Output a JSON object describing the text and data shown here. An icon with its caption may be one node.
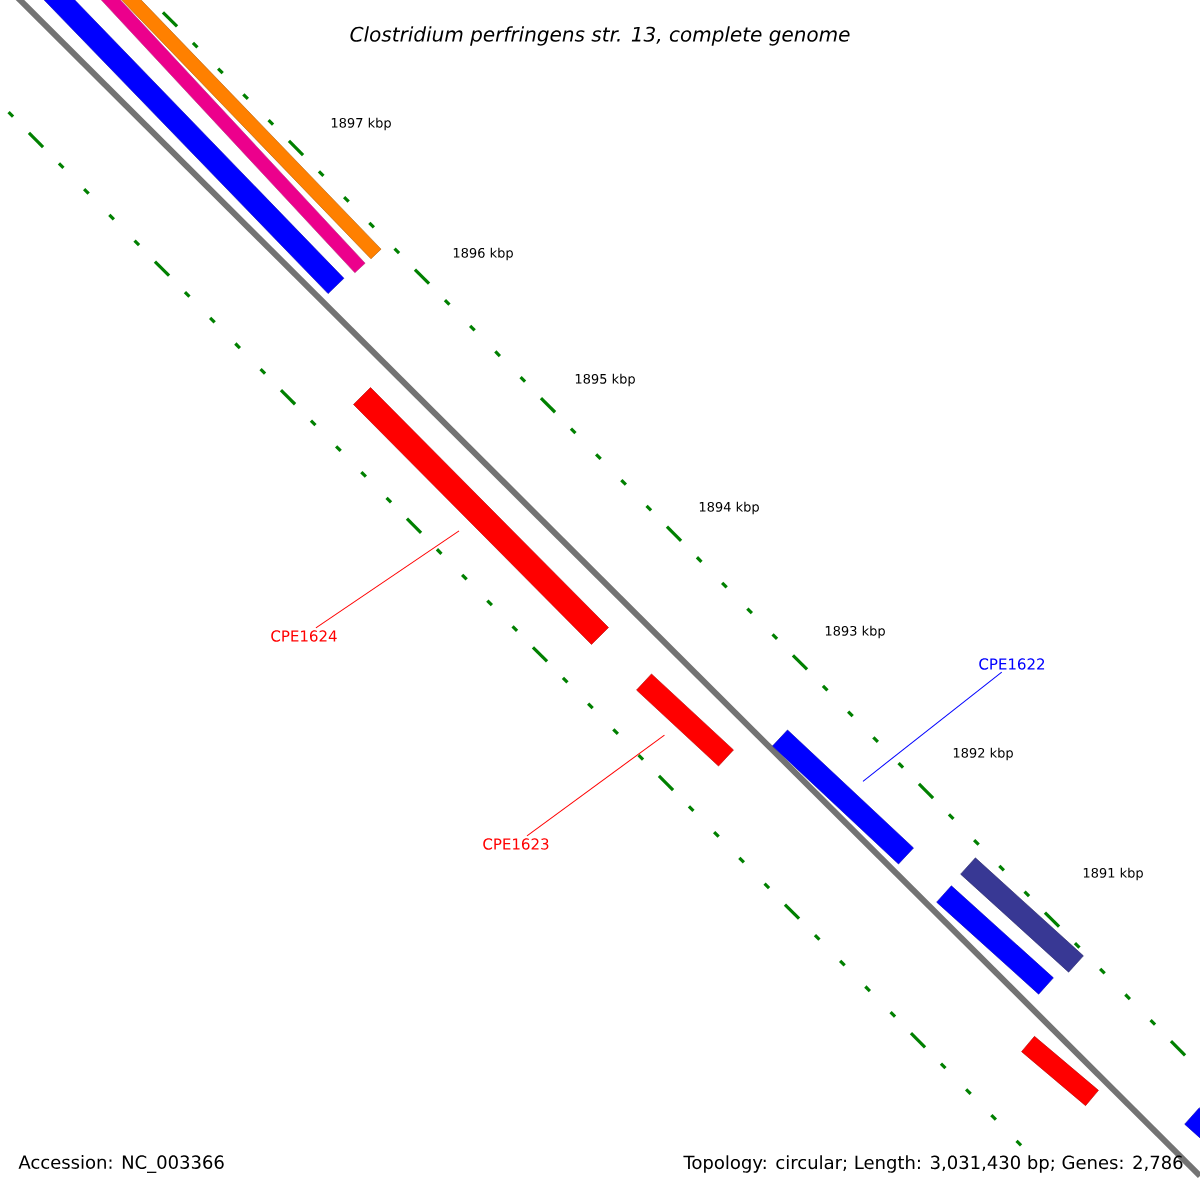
{
  "diagram": {
    "title": "Clostridium perfringens str. 13, complete genome",
    "nodes": [
      {
        "text": [
          "CPE1624"
        ]
      },
      {
        "text": [],
        "shape": "bar"
      },
      {
        "text": [
          "CPE1623"
        ]
      },
      {
        "text": [],
        "shape": "bar"
      },
      {
        "text": [
          "CPE1622"
        ]
      },
      {
        "text": [],
        "shape": "bar"
      }
    ],
    "edges": [
      {
        "from": 0,
        "to": 1,
        "arrow": "none",
        "color": "#ff0000"
      },
      {
        "from": 2,
        "to": 3,
        "arrow": "none",
        "color": "#ff0000"
      },
      {
        "from": 4,
        "to": 5,
        "arrow": "none",
        "color": "#0000ff"
      }
    ],
    "labels": [
      "1897 kbp",
      "1896 kbp",
      "1895 kbp",
      "1894 kbp",
      "1893 kbp",
      "1892 kbp",
      "1891 kbp",
      "Accession: NC_003366",
      "Topology: circular; Length: 3,031,430 bp; Genes: 2,786"
    ]
  }
}
